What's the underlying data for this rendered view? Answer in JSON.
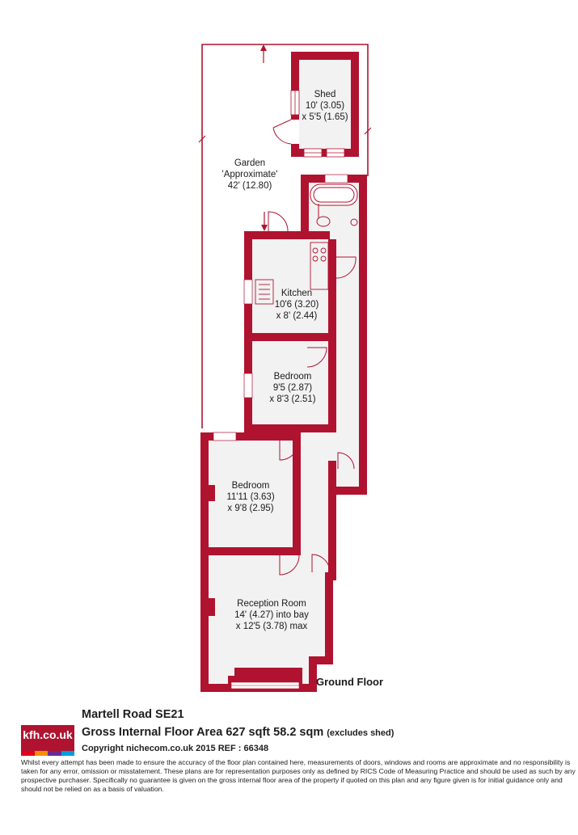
{
  "rooms": {
    "shed": {
      "name": "Shed",
      "dim1": "10' (3.05)",
      "dim2": "x 5'5 (1.65)"
    },
    "garden": {
      "name": "Garden",
      "dim1": "'Approximate'",
      "dim2": "42' (12.80)"
    },
    "kitchen": {
      "name": "Kitchen",
      "dim1": "10'6 (3.20)",
      "dim2": "x 8' (2.44)"
    },
    "bedroom1": {
      "name": "Bedroom",
      "dim1": "9'5 (2.87)",
      "dim2": "x 8'3 (2.51)"
    },
    "bedroom2": {
      "name": "Bedroom",
      "dim1": "11'11 (3.63)",
      "dim2": "x 9'8 (2.95)"
    },
    "reception": {
      "name": "Reception Room",
      "dim1": "14' (4.27) into bay",
      "dim2": "x 12'5 (3.78) max"
    }
  },
  "floor_label": "Ground Floor",
  "footer": {
    "logo_text": "kfh.co.uk",
    "address": "Martell Road  SE21",
    "area_main": "Gross Internal Floor Area 627 sqft 58.2 sqm",
    "area_note": "(excludes shed)",
    "copyright": "Copyright nichecom.co.uk 2015 REF : 66348",
    "disclaimer": "Whilst every attempt has been made to ensure the accuracy of the floor plan contained here, measurements of doors, windows and rooms are approximate and no responsibility is taken for any error, omission or misstatement.  These plans are for representation purposes only as defined by RICS Code of Measuring Practice and should be used as such by any prospective purchaser.  Specifically no guarantee is given on the gross internal floor area of the property if quoted on this plan and any figure given is for initial guidance only and should not be relied on as a basis of valuation."
  },
  "colors": {
    "wall": "#b0132f",
    "floor": "#f2f2f2",
    "logo_bars": [
      "#e2001a",
      "#f39200",
      "#6a2c91",
      "#009ee0"
    ]
  }
}
